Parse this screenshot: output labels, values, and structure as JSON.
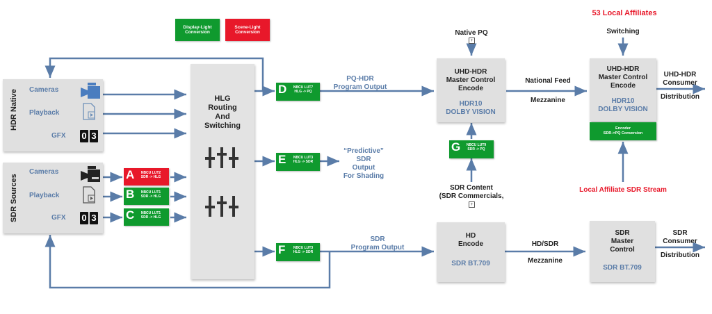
{
  "legend": {
    "display_light": "Display-Light Conversion",
    "scene_light": "Scene-Light Conversion",
    "green": "#0f9a2e",
    "red": "#e8182a"
  },
  "hdr_native": {
    "title": "HDR Native",
    "items": [
      "Cameras",
      "Playback",
      "GFX"
    ],
    "gfx_digits": [
      "0",
      "3"
    ]
  },
  "sdr_sources": {
    "title": "SDR Sources",
    "items": [
      "Cameras",
      "Playback",
      "GFX"
    ],
    "gfx_digits": [
      "0",
      "3"
    ]
  },
  "router": {
    "title_lines": [
      "HLG",
      "Routing",
      "And",
      "Switching"
    ]
  },
  "converters": {
    "A": {
      "letter": "A",
      "lut": "NBCU LUT2",
      "conv": "SDR -> HLG",
      "type": "scene"
    },
    "B": {
      "letter": "B",
      "lut": "NBCU LUT1",
      "conv": "SDR -> HLG",
      "type": "display"
    },
    "C": {
      "letter": "C",
      "lut": "NBCU LUT1",
      "conv": "SDR -> HLG",
      "type": "display"
    },
    "D": {
      "letter": "D",
      "lut": "NBCU LUT7",
      "conv": "HLG -> PQ",
      "type": "display"
    },
    "E": {
      "letter": "E",
      "lut": "NBCU LUT3",
      "conv": "HLG -> SDR",
      "type": "display"
    },
    "F": {
      "letter": "F",
      "lut": "NBCU LUT3",
      "conv": "HLG -> SDR",
      "type": "display"
    },
    "G": {
      "letter": "G",
      "lut": "NBCU LUT9",
      "conv": "SDR -> PQ",
      "type": "display"
    }
  },
  "outputs": {
    "pq_hdr": [
      "PQ-HDR",
      "Program Output"
    ],
    "predictive": [
      "“Predictive”",
      "SDR",
      "Output",
      "For Shading"
    ],
    "sdr_program": [
      "SDR",
      "Program Output"
    ]
  },
  "uhd_master": {
    "lines": [
      "UHD-HDR",
      "Master Control",
      "Encode"
    ],
    "formats": [
      "HDR10",
      "DOLBY VISION"
    ],
    "native_pq": "Native PQ",
    "sdr_content": [
      "SDR Content",
      "(SDR Commercials,"
    ]
  },
  "national_feed": {
    "line1": "National Feed",
    "line2": "Mezzanine"
  },
  "affiliates": {
    "title": "53 Local Affiliates",
    "switching": "Switching",
    "lines": [
      "UHD-HDR",
      "Master Control",
      "Encode"
    ],
    "formats": [
      "HDR10",
      "DOLBY VISION"
    ],
    "encoder_lines": [
      "Encoder",
      "SDR->PQ Conversion"
    ],
    "sdr_stream": "Local Affiliate SDR Stream"
  },
  "uhd_consumer": [
    "UHD-HDR",
    "Consumer",
    "Distribution"
  ],
  "hd_encode": {
    "lines": [
      "HD",
      "Encode"
    ],
    "format": "SDR BT.709"
  },
  "hd_sdr_link": {
    "line1": "HD/SDR",
    "line2": "Mezzanine"
  },
  "sdr_master": {
    "lines": [
      "SDR",
      "Master",
      "Control"
    ],
    "format": "SDR BT.709"
  },
  "sdr_consumer": [
    "SDR",
    "Consumer",
    "Distribution"
  ]
}
